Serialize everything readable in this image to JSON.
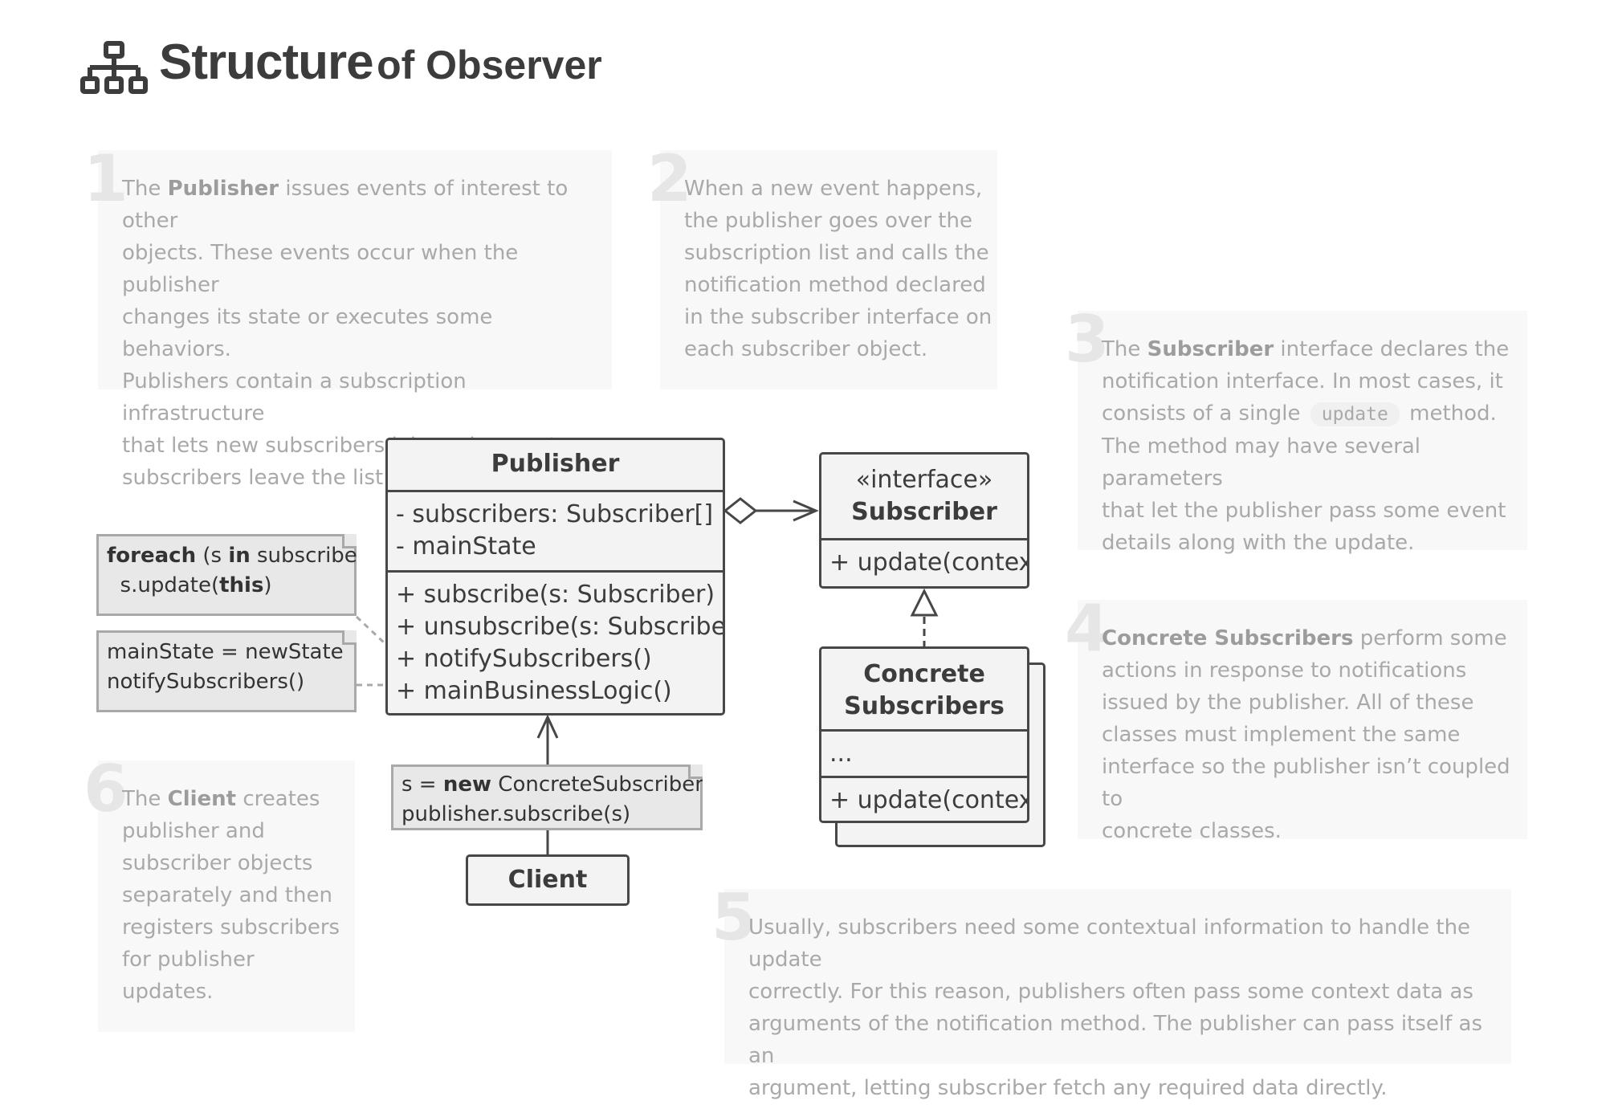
{
  "header": {
    "icon": "structure-icon",
    "title_main": "Structure",
    "title_rest": "of Observer"
  },
  "cards": {
    "c1": {
      "number": "1",
      "lines": [
        {
          "pre": "The ",
          "bold": "Publisher",
          "post": " issues events of interest to other"
        },
        {
          "pre": "objects. These events occur when the publisher",
          "bold": "",
          "post": ""
        },
        {
          "pre": "changes its state or executes some behaviors.",
          "bold": "",
          "post": ""
        },
        {
          "pre": "Publishers contain a subscription infrastructure",
          "bold": "",
          "post": ""
        },
        {
          "pre": "that lets new subscribers join and current",
          "bold": "",
          "post": ""
        },
        {
          "pre": "subscribers leave the list.",
          "bold": "",
          "post": ""
        }
      ]
    },
    "c2": {
      "number": "2",
      "lines": [
        "When a new event happens,",
        "the publisher goes over the",
        "subscription list and calls the",
        "notification method declared",
        "in the subscriber interface on",
        "each subscriber object."
      ]
    },
    "c3": {
      "number": "3",
      "l1_pre": "The ",
      "l1_bold": "Subscriber",
      "l1_post": " interface declares the",
      "l2": "notification interface. In most cases, it",
      "l3_pre": "consists of a single",
      "l3_code": "update",
      "l3_post": "method.",
      "l4": "The method may have several parameters",
      "l5": "that let the publisher pass some event",
      "l6": "details along with the update."
    },
    "c4": {
      "number": "4",
      "l1_bold": "Concrete Subscribers",
      "l1_post": " perform some",
      "l2": "actions in response to notifications",
      "l3": "issued by the publisher. All of these",
      "l4": "classes must implement the same",
      "l5": "interface so the publisher isn’t coupled to",
      "l6": "concrete classes."
    },
    "c5": {
      "number": "5",
      "lines": [
        "Usually, subscribers need some contextual information to handle the update",
        "correctly. For this reason, publishers often pass some context data as",
        "arguments of the notification method. The publisher can pass itself as an",
        "argument, letting subscriber fetch any required data directly."
      ]
    },
    "c6": {
      "number": "6",
      "l1_pre": "The ",
      "l1_bold": "Client",
      "l1_post": " creates",
      "l2": "publisher and",
      "l3": "subscriber objects",
      "l4": "separately and then",
      "l5": "registers subscribers",
      "l6": "for publisher",
      "l7": "updates."
    }
  },
  "publisher": {
    "name": "Publisher",
    "fields": [
      "- subscribers: Subscriber[]",
      "- mainState"
    ],
    "methods": [
      "+ subscribe(s: Subscriber)",
      "+ unsubscribe(s: Subscriber)",
      "+ notifySubscribers()",
      "+ mainBusinessLogic()"
    ]
  },
  "subscriber": {
    "stereotype": "«interface»",
    "name": "Subscriber",
    "methods": [
      "+ update(context)"
    ]
  },
  "concrete": {
    "name_l1": "Concrete",
    "name_l2": "Subscribers",
    "fields": [
      "..."
    ],
    "methods": [
      "+ update(context)"
    ]
  },
  "client": {
    "name": "Client"
  },
  "notes": {
    "foreach": {
      "kw1": "foreach",
      "a": " (s ",
      "kw2": "in",
      "b": " subscribers)",
      "l2_pre": "  s.update(",
      "l2_kw": "this",
      "l2_post": ")"
    },
    "state": {
      "l1": "mainState = newState",
      "l2": "notifySubscribers()"
    },
    "client": {
      "pre": "s = ",
      "kw": "new",
      "post": " ConcreteSubscriber()",
      "l2": "publisher.subscribe(s)"
    }
  }
}
